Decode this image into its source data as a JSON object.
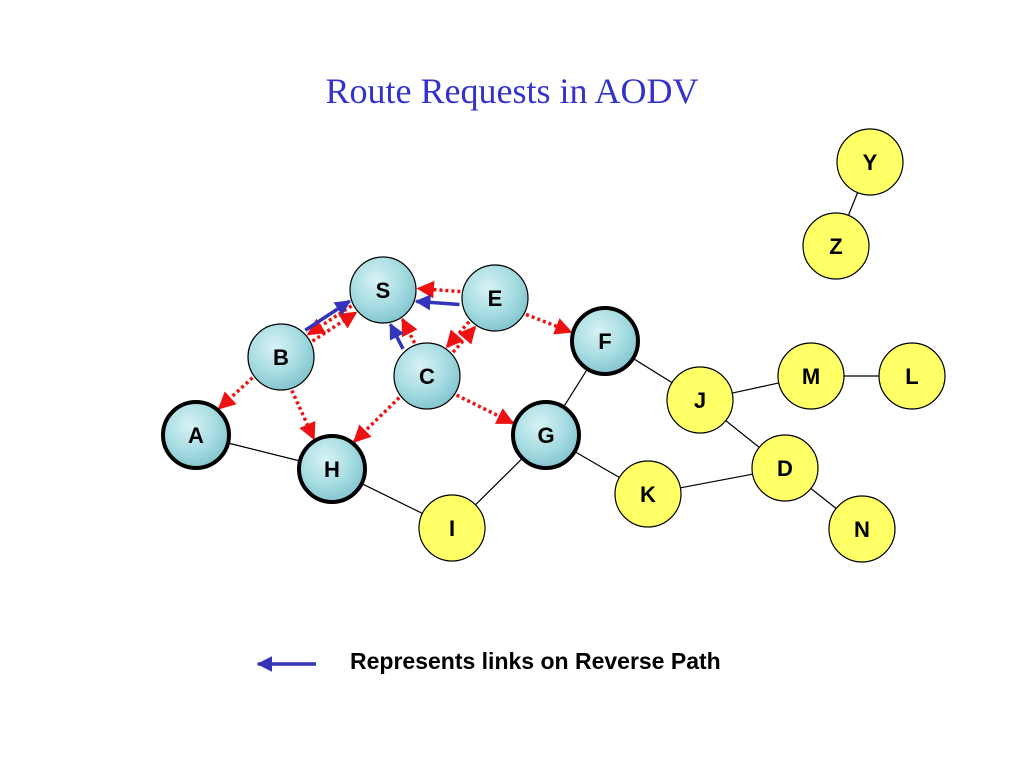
{
  "title": "Route Requests in AODV",
  "legend": {
    "text": "Represents links on Reverse Path",
    "arrow_color": "#3333bb"
  },
  "colors": {
    "yellow_node": "#ffff66",
    "visited_node": "#a8dde3",
    "request_arrow": "#ee1111",
    "reverse_arrow": "#3333bb",
    "link": "#000000"
  },
  "nodes": [
    {
      "id": "S",
      "label": "S",
      "kind": "visited",
      "thick": false
    },
    {
      "id": "E",
      "label": "E",
      "kind": "visited",
      "thick": false
    },
    {
      "id": "B",
      "label": "B",
      "kind": "visited",
      "thick": false
    },
    {
      "id": "C",
      "label": "C",
      "kind": "visited",
      "thick": false
    },
    {
      "id": "F",
      "label": "F",
      "kind": "visited",
      "thick": true
    },
    {
      "id": "A",
      "label": "A",
      "kind": "visited",
      "thick": true
    },
    {
      "id": "H",
      "label": "H",
      "kind": "visited",
      "thick": true
    },
    {
      "id": "G",
      "label": "G",
      "kind": "visited",
      "thick": true
    },
    {
      "id": "I",
      "label": "I",
      "kind": "plain",
      "thick": false
    },
    {
      "id": "J",
      "label": "J",
      "kind": "plain",
      "thick": false
    },
    {
      "id": "K",
      "label": "K",
      "kind": "plain",
      "thick": false
    },
    {
      "id": "M",
      "label": "M",
      "kind": "plain",
      "thick": false
    },
    {
      "id": "L",
      "label": "L",
      "kind": "plain",
      "thick": false
    },
    {
      "id": "D",
      "label": "D",
      "kind": "plain",
      "thick": false
    },
    {
      "id": "N",
      "label": "N",
      "kind": "plain",
      "thick": false
    },
    {
      "id": "Y",
      "label": "Y",
      "kind": "plain",
      "thick": false
    },
    {
      "id": "Z",
      "label": "Z",
      "kind": "plain",
      "thick": false
    }
  ],
  "links": [
    [
      "A",
      "H"
    ],
    [
      "H",
      "I"
    ],
    [
      "I",
      "G"
    ],
    [
      "G",
      "F"
    ],
    [
      "G",
      "K"
    ],
    [
      "F",
      "J"
    ],
    [
      "J",
      "M"
    ],
    [
      "M",
      "L"
    ],
    [
      "J",
      "D"
    ],
    [
      "K",
      "D"
    ],
    [
      "D",
      "N"
    ],
    [
      "Y",
      "Z"
    ]
  ],
  "request_arrows": [
    [
      "E",
      "S"
    ],
    [
      "E",
      "F"
    ],
    [
      "E",
      "C"
    ],
    [
      "C",
      "E"
    ],
    [
      "C",
      "S"
    ],
    [
      "C",
      "H"
    ],
    [
      "C",
      "G"
    ],
    [
      "B",
      "S"
    ],
    [
      "S",
      "B"
    ],
    [
      "B",
      "A"
    ],
    [
      "B",
      "H"
    ]
  ],
  "reverse_arrows": [
    [
      "E",
      "S"
    ],
    [
      "B",
      "S"
    ],
    [
      "C",
      "S"
    ]
  ]
}
